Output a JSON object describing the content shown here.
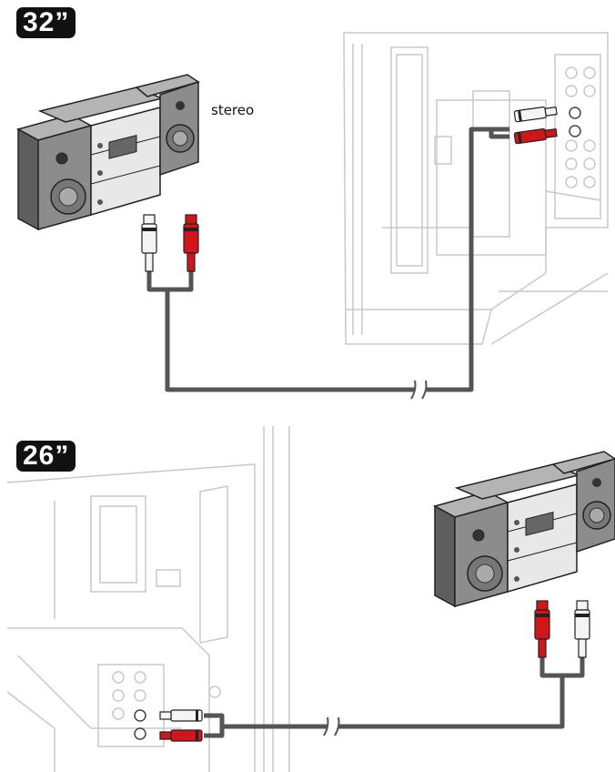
{
  "sections": [
    {
      "size_label": "32”"
    },
    {
      "size_label": "26”"
    }
  ],
  "device_label": "stereo",
  "colors": {
    "cable": "#555555",
    "plug_red": "#d0161b",
    "plug_white": "#f4f4f4",
    "outline": "#222222",
    "tv_lines": "#c8c8c8",
    "speaker_front": "#8c8c8c",
    "speaker_side": "#5e5e5e",
    "speaker_top": "#b4b4b4"
  }
}
